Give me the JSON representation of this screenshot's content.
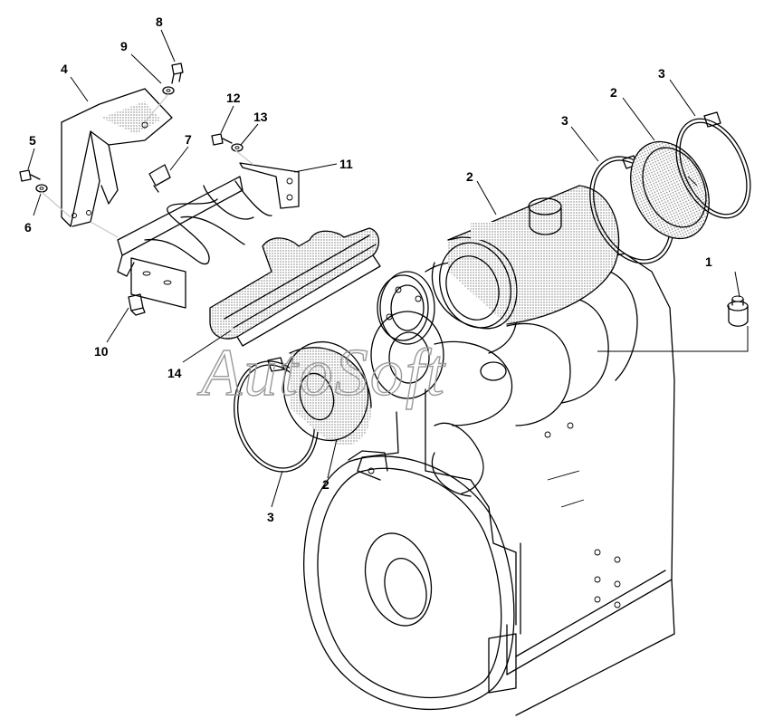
{
  "watermark": "AutoSoft",
  "callouts": [
    {
      "id": "c1",
      "label": "1"
    },
    {
      "id": "c2a",
      "label": "2"
    },
    {
      "id": "c2b",
      "label": "2"
    },
    {
      "id": "c2c",
      "label": "2"
    },
    {
      "id": "c3a",
      "label": "3"
    },
    {
      "id": "c3b",
      "label": "3"
    },
    {
      "id": "c3c",
      "label": "3"
    },
    {
      "id": "c4",
      "label": "4"
    },
    {
      "id": "c5",
      "label": "5"
    },
    {
      "id": "c6",
      "label": "6"
    },
    {
      "id": "c7",
      "label": "7"
    },
    {
      "id": "c8",
      "label": "8"
    },
    {
      "id": "c9",
      "label": "9"
    },
    {
      "id": "c10",
      "label": "10"
    },
    {
      "id": "c11",
      "label": "11"
    },
    {
      "id": "c12",
      "label": "12"
    },
    {
      "id": "c13",
      "label": "13"
    },
    {
      "id": "c14",
      "label": "14"
    }
  ]
}
